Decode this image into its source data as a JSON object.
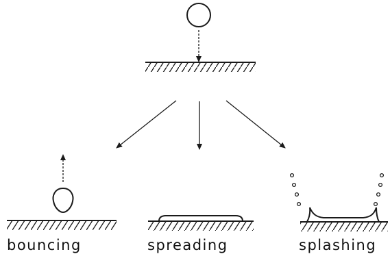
{
  "labels": {
    "bouncing": "bouncing",
    "spreading": "spreading",
    "splashing": "splashing"
  }
}
